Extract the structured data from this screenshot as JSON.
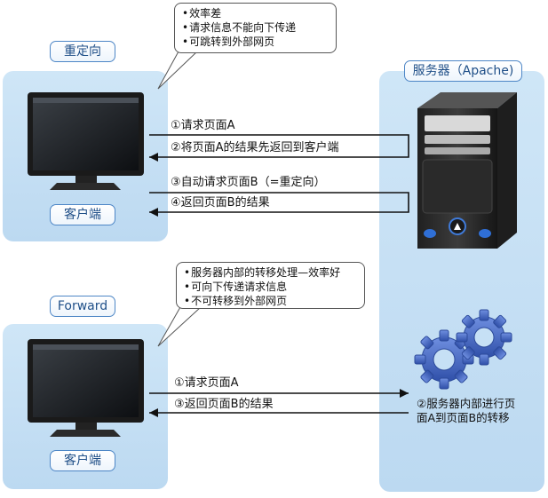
{
  "redirect": {
    "title": "重定向",
    "client_label": "客户端",
    "callout": [
      "效率差",
      "请求信息不能向下传递",
      "可跳转到外部网页"
    ],
    "steps": [
      "①请求页面A",
      "②将页面A的结果先返回到客户端",
      "③自动请求页面B（=重定向）",
      "④返回页面B的结果"
    ]
  },
  "forward": {
    "title": "Forward",
    "client_label": "客户端",
    "callout": [
      "服务器内部的转移处理—效率好",
      "可向下传递请求信息",
      "不可转移到外部网页"
    ],
    "steps": [
      "①请求页面A",
      "③返回页面B的结果"
    ],
    "server_note": [
      "②服务器内部进行页",
      "面A到页面B的转移"
    ]
  },
  "server": {
    "title": "服务器（Apache)"
  },
  "colors": {
    "panel": "#c6e0f5",
    "tag_border": "#4d86c6",
    "arrow": "#111111",
    "gear": "#4b6fc4"
  }
}
